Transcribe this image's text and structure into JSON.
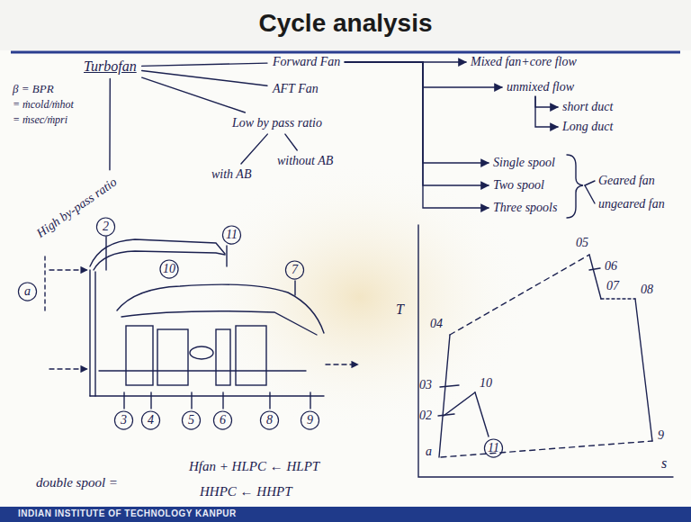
{
  "diagram": {
    "title": "Cycle analysis",
    "nodes": [
      {
        "text": [
          "Turbofan"
        ]
      },
      {
        "text": [
          "Forward Fan"
        ]
      },
      {
        "text": [
          "AFT Fan"
        ]
      },
      {
        "text": [
          "Mixed fan+core flow"
        ]
      },
      {
        "text": [
          "unmixed flow"
        ]
      },
      {
        "text": [
          "short duct"
        ]
      },
      {
        "text": [
          "Long duct"
        ]
      },
      {
        "text": [
          "Low by pass ratio"
        ]
      },
      {
        "text": [
          "with AB"
        ]
      },
      {
        "text": [
          "without AB"
        ]
      },
      {
        "text": [
          "High by-pass ratio"
        ]
      },
      {
        "text": [
          "Single spool"
        ]
      },
      {
        "text": [
          "Two spool"
        ]
      },
      {
        "text": [
          "Three spools"
        ]
      },
      {
        "text": [
          "Geared fan"
        ]
      },
      {
        "text": [
          "ungeared fan"
        ]
      }
    ],
    "edges": [
      {
        "from": 0,
        "to": 1,
        "arrow": "none"
      },
      {
        "from": 0,
        "to": 2,
        "arrow": "none"
      },
      {
        "from": 0,
        "to": 7,
        "arrow": "none"
      },
      {
        "from": 0,
        "to": 10,
        "arrow": "none"
      },
      {
        "from": 1,
        "to": 3,
        "arrow": "to"
      },
      {
        "from": 1,
        "to": 4,
        "arrow": "to"
      },
      {
        "from": 4,
        "to": 5,
        "arrow": "to"
      },
      {
        "from": 4,
        "to": 6,
        "arrow": "to"
      },
      {
        "from": 7,
        "to": 8,
        "arrow": "none"
      },
      {
        "from": 7,
        "to": 9,
        "arrow": "none"
      },
      {
        "from": 1,
        "to": 11,
        "arrow": "to"
      },
      {
        "from": 1,
        "to": 12,
        "arrow": "to"
      },
      {
        "from": 1,
        "to": 13,
        "arrow": "to"
      }
    ],
    "labels": [
      "β = BPR",
      "= ṁcold/ṁhot",
      "= ṁsec/ṁpri",
      "a",
      "2",
      "10",
      "11",
      "7",
      "3",
      "4",
      "5",
      "6",
      "8",
      "9",
      "double spool =",
      "Hfan + HLPC ← HLPT",
      "HHPC ← HHPT",
      "T",
      "s",
      "a",
      "02",
      "03",
      "10",
      "04",
      "05",
      "06",
      "07",
      "08",
      "9",
      "11",
      "INDIAN INSTITUTE OF TECHNOLOGY KANPUR"
    ]
  }
}
